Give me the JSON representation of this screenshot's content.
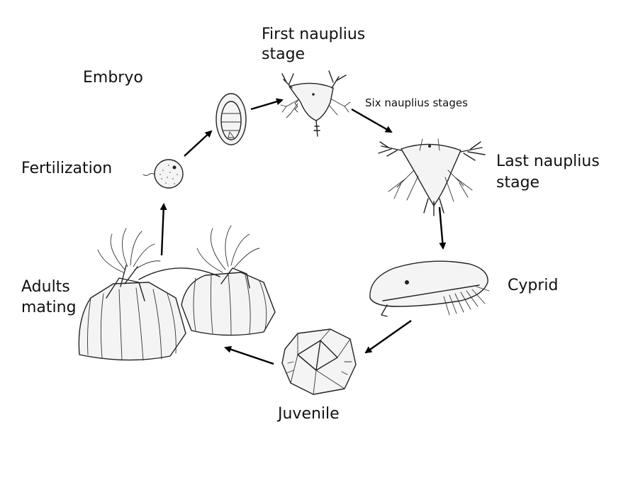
{
  "title": "",
  "stages": {
    "embryo": "Embryo",
    "first_nauplius": {
      "line1": "First nauplius",
      "line2": "stage"
    },
    "six_nauplius": "Six nauplius stages",
    "last_nauplius": {
      "line1": "Last nauplius",
      "line2": "stage"
    },
    "cypris": "Cyprid",
    "juvenile": "Juvenile",
    "adults": {
      "line1": "Adults",
      "line2": "mating"
    },
    "fertilization": "Fertilization"
  },
  "colors": {
    "ink": "#222222",
    "arrow": "#000000",
    "background": "#ffffff"
  },
  "icons": [
    "egg-icon",
    "embryo-icon",
    "first-nauplius-icon",
    "last-nauplius-icon",
    "cyprid-icon",
    "juvenile-barnacle-icon",
    "adult-barnacles-icon"
  ]
}
